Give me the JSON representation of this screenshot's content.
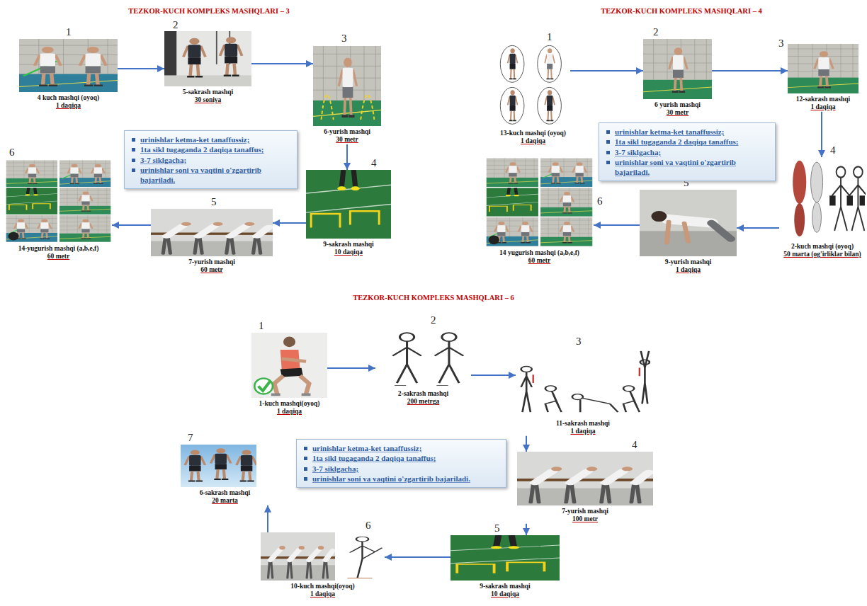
{
  "diagram": {
    "nodes": [
      {
        "text": [
          "1",
          "4 kuch mashqi (oyoq)",
          "1 daqiqa"
        ]
      },
      {
        "text": [
          "2",
          "5-sakrash mashqi",
          "30 soniya"
        ]
      },
      {
        "text": [
          "3",
          "6-yurish mashqi",
          "30 metr"
        ]
      },
      {
        "text": [
          "4",
          "9-sakrash mashqi",
          "10 daqiqa"
        ]
      },
      {
        "text": [
          "5",
          "7-yurish mashqi",
          "60 metr"
        ]
      },
      {
        "text": [
          "6",
          "14-yugurish mashqi (a,b,e,f)",
          "60 metr"
        ]
      },
      {
        "text": [
          "urinishlar ketma-ket tanaffussiz;",
          "1ta sikl tugaganda 2 daqiqa tanaffus;",
          "3-7 siklgacha;",
          "urinishlar soni va vaqtini o'zgartirib bajariladi."
        ]
      },
      {
        "text": [
          "1",
          "13-kuch mashqi (oyoq)",
          "1 daqiqa"
        ]
      },
      {
        "text": [
          "2",
          "6 yurish mashqi",
          "30 metr"
        ]
      },
      {
        "text": [
          "3",
          "12-sakrash mashqi",
          "1 daqiqa"
        ]
      },
      {
        "text": [
          "4",
          "2-kuch mashqi (oyoq)",
          "50 marta (og'irliklar bilan)"
        ]
      },
      {
        "text": [
          "5",
          "9-yurish mashqi",
          "1 daqiqa"
        ]
      },
      {
        "text": [
          "6",
          "14 yugurish mashqi (a,b,e,f)",
          "60 metr"
        ]
      },
      {
        "text": [
          "urinishlar ketma-ket tanaffussiz;",
          "1ta sikl tugaganda 2 daqiqa tanaffus;",
          "3-7 siklgacha;",
          "urinishlar soni va vaqtini o'zgartirib bajariladi."
        ]
      },
      {
        "text": [
          "1",
          "1-kuch mashqi(oyoq)",
          "1 daqiqa"
        ]
      },
      {
        "text": [
          "2",
          "2-sakrash mashqi",
          "200 metrga"
        ]
      },
      {
        "text": [
          "3",
          "11-sakrash mashqi",
          "1 daqiqa"
        ]
      },
      {
        "text": [
          "4",
          "7-yurish mashqi",
          "100 metr"
        ]
      },
      {
        "text": [
          "5",
          "9-sakrash mashqi",
          "10 daqiqa"
        ]
      },
      {
        "text": [
          "6",
          "10-kuch mashqi(oyoq)",
          "1 daqiqa"
        ]
      },
      {
        "text": [
          "7",
          "6-sakrash mashqi",
          "20 marta"
        ]
      },
      {
        "text": [
          "urinishlar ketma-ket tanaffussiz;",
          "1ta sikl tugaganda 2 daqiqa tanaffus;",
          "3-7 siklgacha;",
          "urinishlar soni va vaqtini o'zgartirib bajariladi."
        ]
      }
    ],
    "edges": [
      {
        "from": 0,
        "to": 1,
        "arrow": "to"
      },
      {
        "from": 1,
        "to": 2,
        "arrow": "to"
      },
      {
        "from": 2,
        "to": 3,
        "arrow": "to"
      },
      {
        "from": 3,
        "to": 4,
        "arrow": "to"
      },
      {
        "from": 4,
        "to": 5,
        "arrow": "to"
      },
      {
        "from": 7,
        "to": 8,
        "arrow": "to"
      },
      {
        "from": 8,
        "to": 9,
        "arrow": "to"
      },
      {
        "from": 9,
        "to": 10,
        "arrow": "to"
      },
      {
        "from": 10,
        "to": 11,
        "arrow": "to"
      },
      {
        "from": 11,
        "to": 12,
        "arrow": "to"
      },
      {
        "from": 14,
        "to": 15,
        "arrow": "to"
      },
      {
        "from": 15,
        "to": 16,
        "arrow": "to"
      },
      {
        "from": 16,
        "to": 17,
        "arrow": "to"
      },
      {
        "from": 17,
        "to": 18,
        "arrow": "to"
      },
      {
        "from": 18,
        "to": 19,
        "arrow": "to"
      },
      {
        "from": 19,
        "to": 20,
        "arrow": "to"
      }
    ],
    "labels": [
      "TEZKOR-KUCH KOMPLEKS MASHQLARI – 3",
      "TEZKOR-KUCH KOMPLEKS MASHQLARI – 4",
      "TEZKOR-KUCH KOMPLEKS MASHQLARI – 6"
    ]
  }
}
